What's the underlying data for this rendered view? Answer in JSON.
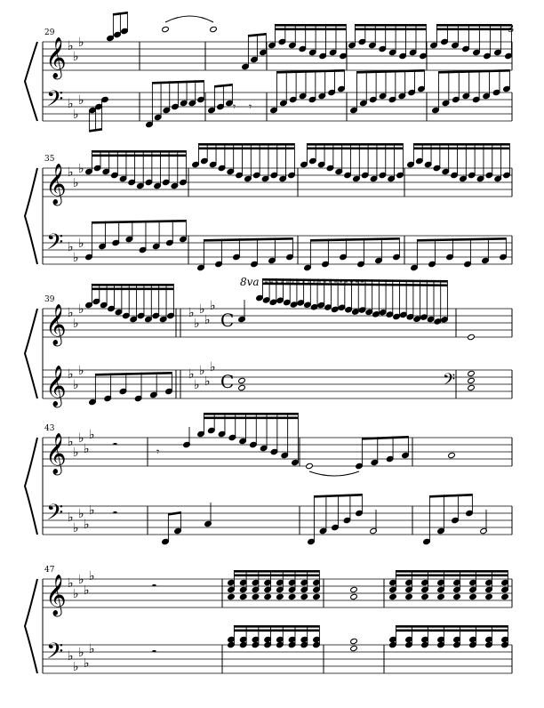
{
  "page": {
    "number": "3"
  },
  "systems": [
    {
      "measure_number": "29",
      "keys": {
        "treble": 3,
        "bass": 3
      }
    },
    {
      "measure_number": "35",
      "keys": {
        "treble": 3,
        "bass": 3
      }
    },
    {
      "measure_number": "39",
      "keys": {
        "treble": 3,
        "bass": 3
      },
      "key_change": 5,
      "time_signature": "C",
      "ottava": "8va"
    },
    {
      "measure_number": "43",
      "keys": {
        "treble": 5,
        "bass": 5
      }
    },
    {
      "measure_number": "47",
      "keys": {
        "treble": 5,
        "bass": 5
      }
    }
  ],
  "glyphs": {
    "treble_clef": "𝄞",
    "bass_clef": "𝄢",
    "flat": "♭",
    "rest": "𝄼",
    "eighth_rest": "𝄾"
  }
}
